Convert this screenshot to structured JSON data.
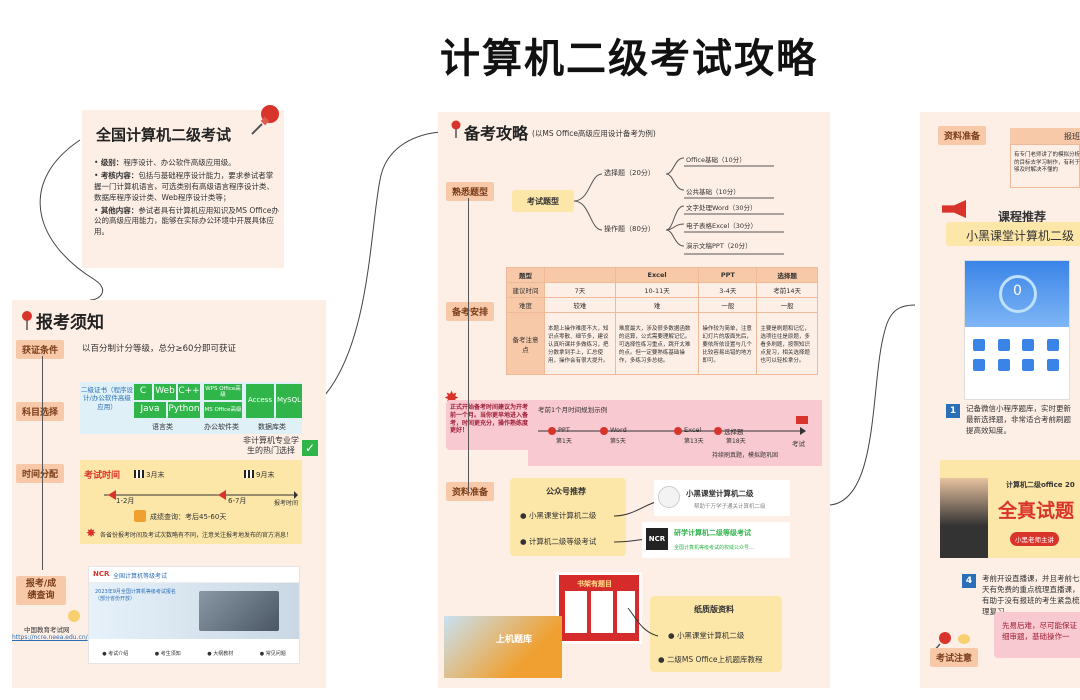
{
  "main_title": "计算机二级考试攻略",
  "colors": {
    "accent_red": "#d9342b",
    "panel_bg": "#fdeee6",
    "tag_bg": "#f8c9a8",
    "green": "#2fb54a",
    "blue": "#2b6fb8",
    "yellow": "#fde7a8"
  },
  "intro": {
    "title": "全国计算机二级考试",
    "bullets": [
      {
        "label": "级别：",
        "text": "程序设计、办公软件高级应用级。"
      },
      {
        "label": "考核内容：",
        "text": "包括与基础程序设计能力，要求参试者掌握一门计算机语言，可选类别有高级语言程序设计类、数据库程序设计类、Web程序设计类等；"
      },
      {
        "label": "其他内容：",
        "text": "参试者具有计算机应用知识及MS Office办公的高级应用能力，能够在实际办公环境中开展具体应用。"
      }
    ]
  },
  "registration": {
    "title": "报考须知",
    "conditions_tag": "获证条件",
    "conditions_text": "以百分制计分等级，总分≥60分即可获证",
    "subjects_tag": "科目选择",
    "cert_label": "二级证书（程序设计/办公软件高级应用）",
    "langs": [
      "C",
      "Web",
      "C++",
      "Java",
      "Python"
    ],
    "office": [
      "WPS Office高级",
      "MS Office高级"
    ],
    "db": [
      "Access",
      "MySQL"
    ],
    "cat_lang": "语言类",
    "cat_office": "办公软件类",
    "cat_db": "数据库类",
    "recommend": "非计算机专业学生的热门选择",
    "time_tag": "时间分配",
    "exam_time_label": "考试时间",
    "march_end": "3月末",
    "sept_end": "9月末",
    "jan_feb": "1-2月",
    "jun_jul": "6-7月",
    "report_time": "报考时间",
    "score_query": "成绩查询：考后45-60天",
    "note": "各省份报考时间及考试次数略有不同，注意关注报考地发布的官方消息！",
    "query_tag": "报考/成绩查询",
    "site_name": "中国教育考试网",
    "site_url": "https://ncre.neea.edu.cn/",
    "site_banner": "全国计算机等级考试",
    "site_headline": "2023年9月全国计算机等级考试报名（部分省份开放）",
    "site_nav": [
      "考试介绍",
      "考生须知",
      "大纲教材",
      "常见问题"
    ]
  },
  "prep": {
    "title": "备考攻略",
    "subtitle": "(以MS Office高级应用设计备考为例)",
    "familiar_tag": "熟悉题型",
    "types_root": "考试题型",
    "choice": "选择题（20分）",
    "choice_items": [
      "Office基础（10分）",
      "公共基础（10分）"
    ],
    "operation": "操作题（80分）",
    "op_items": [
      "文字处理Word（30分）",
      "电子表格Excel（30分）",
      "演示文稿PPT（20分）"
    ],
    "schedule_tag": "备考安排",
    "table_header": [
      "题型",
      "",
      "Excel",
      "PPT",
      "选择题"
    ],
    "table_rows": [
      [
        "建议时间",
        "7天",
        "10-11天",
        "3-4天",
        "考前14天"
      ],
      [
        "难度",
        "较难",
        "难",
        "一般",
        "一般"
      ],
      [
        "备考注意点",
        "本题上操作难度不大，知识点零散、细节多，建议认真听课并多做练习，把分数拿到手上，汇总使用，操作会有很大提升。",
        "难度最大，涉及很多数据函数的运算，公式需要理解记忆。可选择性练习重点，跳开太难的点。但一定要熟练基础操作，多练习多总结。",
        "操作较为简单，注意幻灯片的版面先后，要依所依设置与几个比较容易出错的地方即可。",
        "主要是刷题和记忆，选项往往是原题，多看多刷题，按照知识点复习，相关选择题也可以轻松拿分。"
      ]
    ],
    "warn_text": "正式开始备考时间建议为开考前一个月。当你更早地进入备考，时间更充分，操作熟练度更好！",
    "timeline_title": "考前1个月时间规划示例",
    "timeline": [
      "PPT",
      "Word",
      "Excel",
      "选择题",
      "考试"
    ],
    "timeline_days": [
      "第1天",
      "第5天",
      "第13天",
      "第18天"
    ],
    "timeline_note": "持续刷真题，模拟题巩固",
    "material_tag": "资料准备",
    "wechat_title": "公众号推荐",
    "wechat_items": [
      "小黑课堂计算机二级",
      "计算机二级等级考试"
    ],
    "card1_title": "小黑课堂计算机二级",
    "card1_sub": "帮助千万学子通关计算机二级",
    "card2_title": "研学计算机二级等级考试",
    "card2_sub": "全国计算机等级考试的权威公众号...",
    "paper_title": "纸质版资料",
    "paper_items": [
      "小黑课堂计算机二级",
      "二级MS Office上机题库教程"
    ],
    "book_title": "书架有题目",
    "book2_title": "上机题库"
  },
  "right": {
    "material_tag": "资料准备",
    "material_head": "报班",
    "material_text": "有专门老师讲了的模拟分析的目标去学习制作，有利于够及时解决不懂的",
    "course_title": "课程推荐",
    "course_sub": "小黑课堂计算机二级",
    "app_score": "0",
    "step1_num": "1",
    "step1": "记备微信小程序题库，实时更新最新选择题，非常适合考前刷题提高效知度。",
    "promo_title": "计算机二级office 20",
    "promo_big": "全真试题",
    "promo_teacher": "小黑老师主讲",
    "step4_num": "4",
    "step4": "考前开设直播课，并且考前七天有免费的重点梳理直播课，有助于没有报班的考生紧急梳理复习。",
    "notice_tag": "考试注意",
    "notice_text": "先易后难，尽可能保证细审题，基础操作一"
  }
}
